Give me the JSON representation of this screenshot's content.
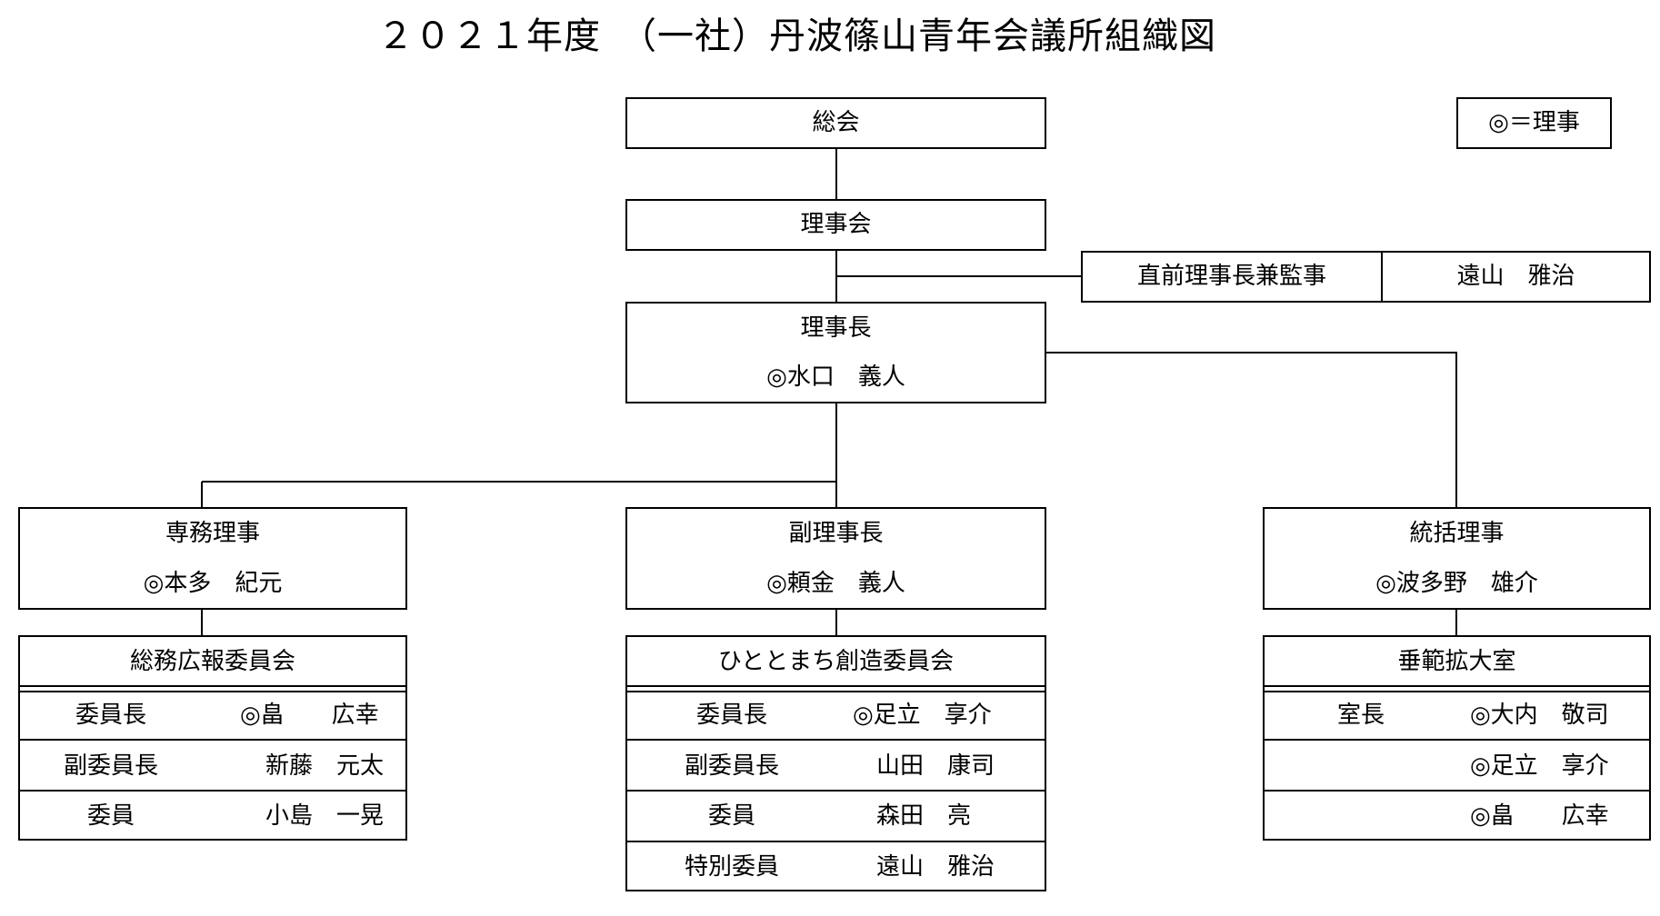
{
  "title": "２０２１年度　（一社）丹波篠山青年会議所組織図",
  "legend": "◎＝理事",
  "general_assembly": "総会",
  "board": "理事会",
  "auditor": {
    "role": "直前理事長兼監事",
    "name": "遠山　雅治"
  },
  "president": {
    "role": "理事長",
    "name": "◎水口　義人"
  },
  "executive_director": {
    "role": "専務理事",
    "name": "◎本多　紀元"
  },
  "vice_president": {
    "role": "副理事長",
    "name": "◎頼金　義人"
  },
  "general_director": {
    "role": "統括理事",
    "name": "◎波多野　雄介"
  },
  "committees": [
    {
      "name": "総務広報委員会",
      "members": [
        {
          "role": "委員長",
          "name": "◎畠　　広幸"
        },
        {
          "role": "副委員長",
          "name": "新藤　元太"
        },
        {
          "role": "委員",
          "name": "小島　一晃"
        }
      ]
    },
    {
      "name": "ひととまち創造委員会",
      "members": [
        {
          "role": "委員長",
          "name": "◎足立　享介"
        },
        {
          "role": "副委員長",
          "name": "山田　康司"
        },
        {
          "role": "委員",
          "name": "森田　亮"
        },
        {
          "role": "特別委員",
          "name": "遠山　雅治"
        }
      ]
    },
    {
      "name": "垂範拡大室",
      "members": [
        {
          "role": "室長",
          "name": "◎大内　敬司"
        },
        {
          "role": "",
          "name": "◎足立　享介"
        },
        {
          "role": "",
          "name": "◎畠　　広幸"
        }
      ]
    }
  ]
}
